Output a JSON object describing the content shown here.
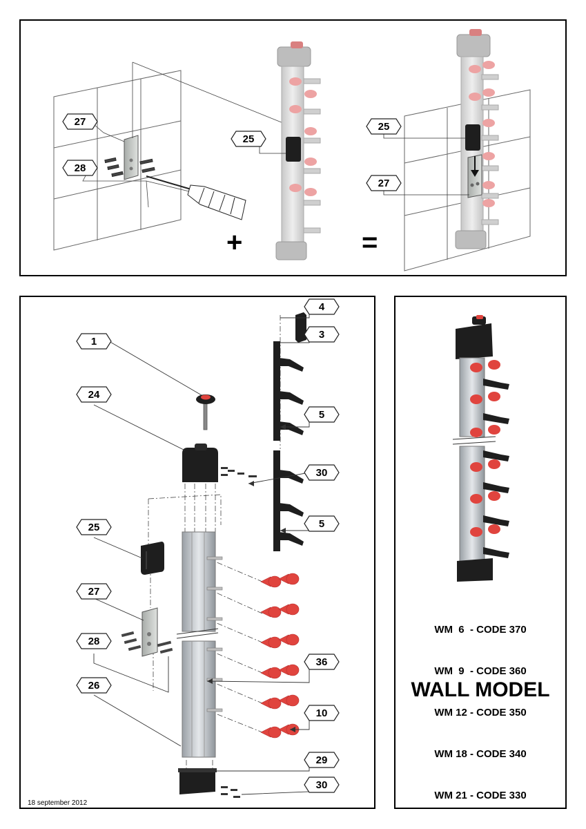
{
  "callouts": {
    "top_27": "27",
    "top_28": "28",
    "top_25": "25",
    "right_25": "25",
    "right_27": "27",
    "main_1": "1",
    "main_24": "24",
    "main_25": "25",
    "main_27": "27",
    "main_28": "28",
    "main_26": "26",
    "main_4": "4",
    "main_3": "3",
    "main_5a": "5",
    "main_30a": "30",
    "main_5b": "5",
    "main_36": "36",
    "main_10": "10",
    "main_29": "29",
    "main_30b": "30"
  },
  "operators": {
    "plus": "+",
    "equals": "="
  },
  "models": {
    "codes": [
      "WM  6  - CODE 370",
      "WM  9  - CODE 360",
      "WM 12 - CODE 350",
      "WM 18 - CODE 340",
      "WM 21 - CODE 330"
    ],
    "title": "WALL MODEL"
  },
  "footer": {
    "date": "18 september 2012"
  },
  "colors": {
    "accent_red": "#e0443e",
    "rail_grey": "#b9bec3",
    "dark": "#1e1e1e"
  }
}
